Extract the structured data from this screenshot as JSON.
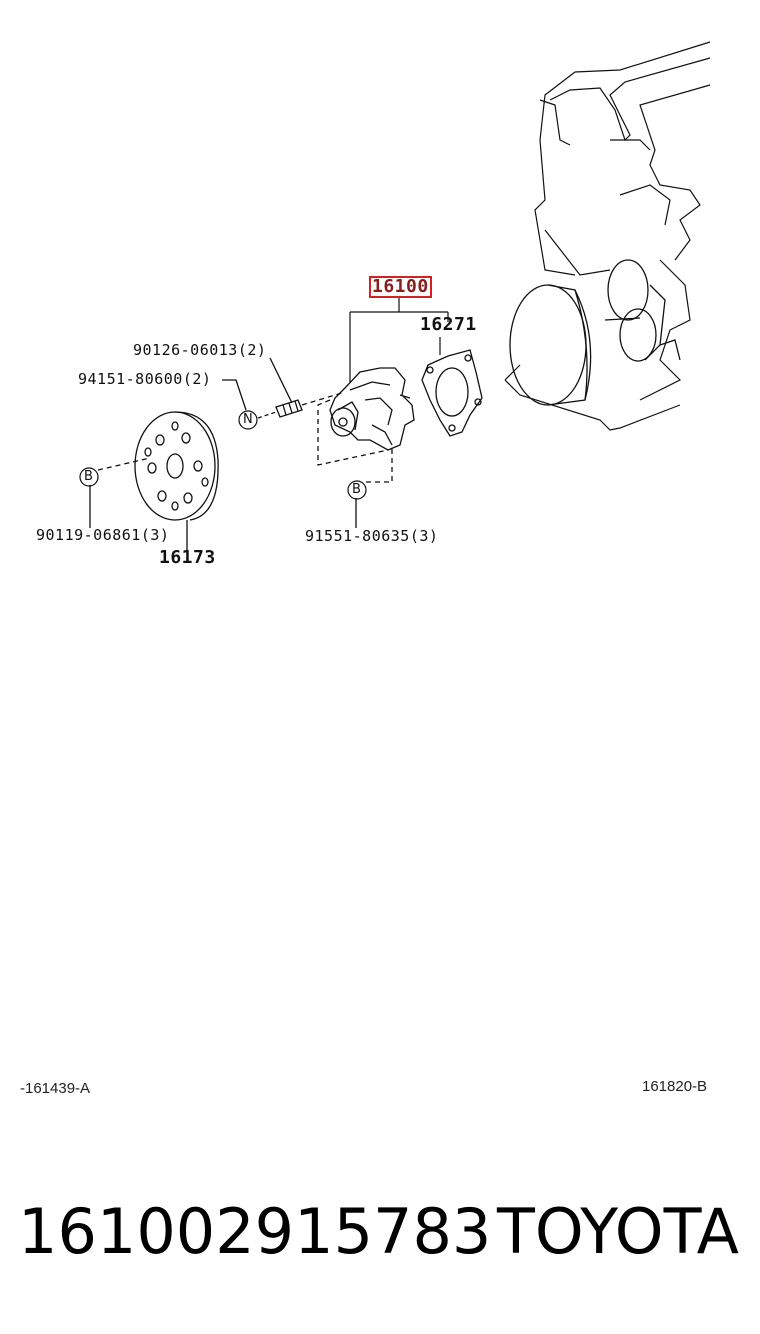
{
  "diagram": {
    "part_labels": {
      "p16100": "16100",
      "p16271": "16271",
      "p90126": "90126-06013(2)",
      "p94151": "94151-80600(2)",
      "p90119": "90119-06861(3)",
      "p16173": "16173",
      "p91551": "91551-80635(3)"
    },
    "callouts": {
      "n": "N",
      "b1": "B",
      "b2": "B"
    },
    "highlight_color": "#d32020",
    "line_color": "#111111"
  },
  "figure_codes": {
    "left": "-161439-A",
    "right": "161820-B"
  },
  "footer": {
    "part_number": "161002915783",
    "brand": "TOYOTA"
  }
}
